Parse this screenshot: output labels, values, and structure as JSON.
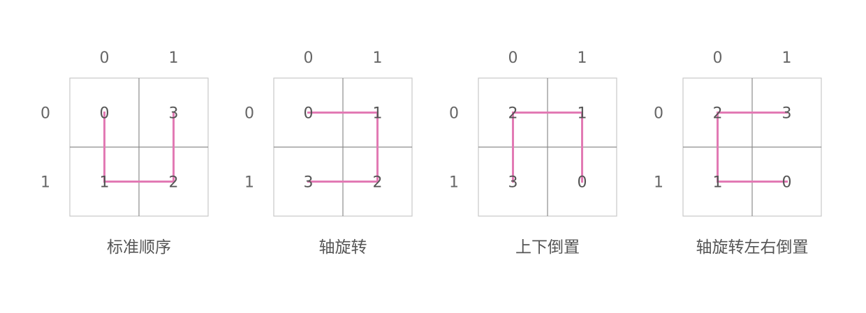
{
  "colors": {
    "path": "#e27ab4",
    "grid_outer": "#c9c9c9",
    "grid_inner": "#8c8c8c",
    "text": "#666666"
  },
  "panels": [
    {
      "caption": "标准顺序",
      "col_labels": [
        "0",
        "1"
      ],
      "row_labels": [
        "0",
        "1"
      ],
      "cells": [
        [
          "0",
          "3"
        ],
        [
          "1",
          "2"
        ]
      ],
      "path_order": [
        [
          0,
          0
        ],
        [
          1,
          0
        ],
        [
          1,
          1
        ],
        [
          0,
          1
        ]
      ]
    },
    {
      "caption": "轴旋转",
      "col_labels": [
        "0",
        "1"
      ],
      "row_labels": [
        "0",
        "1"
      ],
      "cells": [
        [
          "0",
          "1"
        ],
        [
          "3",
          "2"
        ]
      ],
      "path_order": [
        [
          0,
          0
        ],
        [
          0,
          1
        ],
        [
          1,
          1
        ],
        [
          1,
          0
        ]
      ]
    },
    {
      "caption": "上下倒置",
      "col_labels": [
        "0",
        "1"
      ],
      "row_labels": [
        "0",
        "1"
      ],
      "cells": [
        [
          "2",
          "1"
        ],
        [
          "3",
          "0"
        ]
      ],
      "path_order": [
        [
          1,
          1
        ],
        [
          0,
          1
        ],
        [
          0,
          0
        ],
        [
          1,
          0
        ]
      ]
    },
    {
      "caption": "轴旋转左右倒置",
      "col_labels": [
        "0",
        "1"
      ],
      "row_labels": [
        "0",
        "1"
      ],
      "cells": [
        [
          "2",
          "3"
        ],
        [
          "1",
          "0"
        ]
      ],
      "path_order": [
        [
          1,
          1
        ],
        [
          1,
          0
        ],
        [
          0,
          0
        ],
        [
          0,
          1
        ]
      ]
    }
  ]
}
